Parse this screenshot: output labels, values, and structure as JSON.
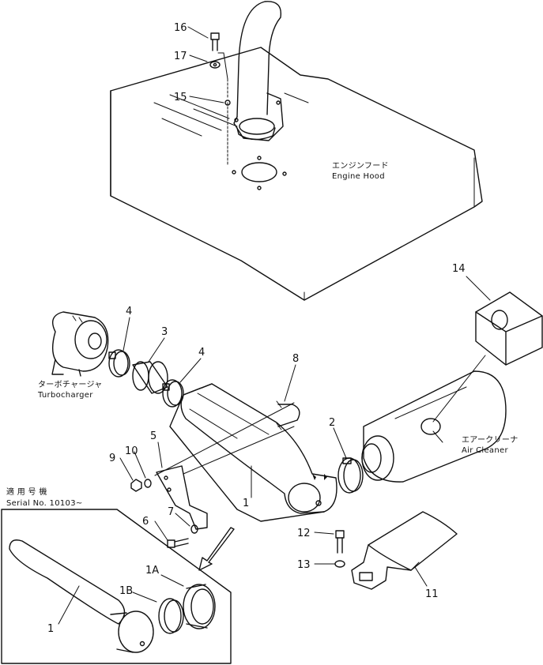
{
  "labels": {
    "engine_hood_jp": "エンジンフード",
    "engine_hood_en": "Engine Hood",
    "turbo_jp": "ターボチャージャ",
    "turbo_en": "Turbocharger",
    "air_cleaner_jp": "エアークリーナ",
    "air_cleaner_en": "Air Cleaner",
    "serial_jp": "適 用 号 機",
    "serial_en": "Serial No. 10103~"
  },
  "callouts": {
    "p16": "16",
    "p17": "17",
    "p15": "15",
    "p14": "14",
    "p4a": "4",
    "p3": "3",
    "p4b": "4",
    "p8": "8",
    "p2": "2",
    "p5": "5",
    "p9": "9",
    "p10": "10",
    "p1a": "1",
    "p6": "6",
    "p7": "7",
    "p12": "12",
    "p13": "13",
    "p11": "11",
    "p1A": "1A",
    "p1B": "1B",
    "p1b": "1"
  }
}
